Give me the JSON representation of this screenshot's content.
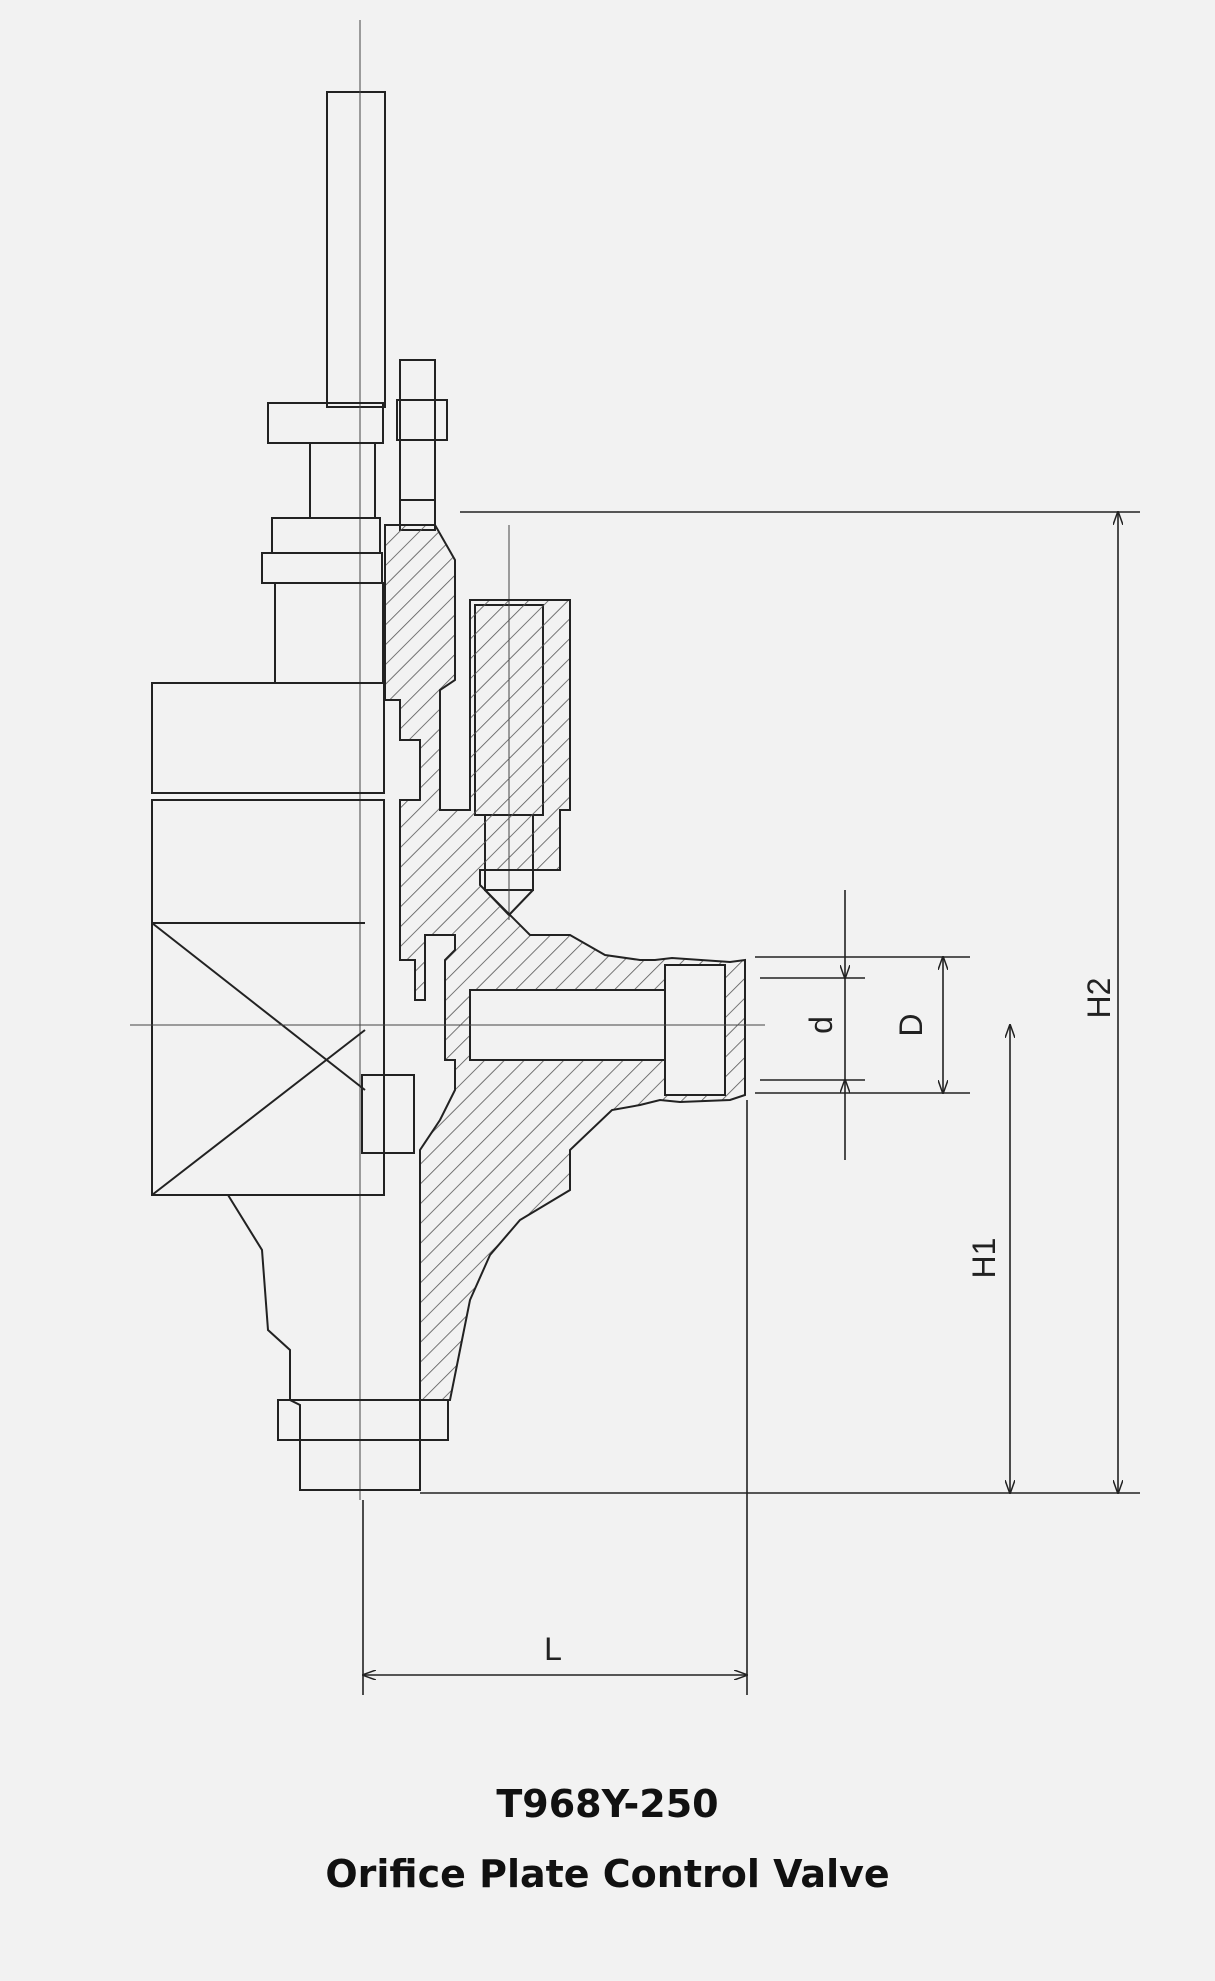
{
  "drawing": {
    "model": "T968Y-250",
    "name": "Orifice Plate Control Valve",
    "dimensions": {
      "H2": "H2",
      "H1": "H1",
      "D": "D",
      "d": "d",
      "L": "L"
    },
    "colors": {
      "background": "#f2f2f2",
      "line": "#222222",
      "hatch": "#555555"
    }
  }
}
